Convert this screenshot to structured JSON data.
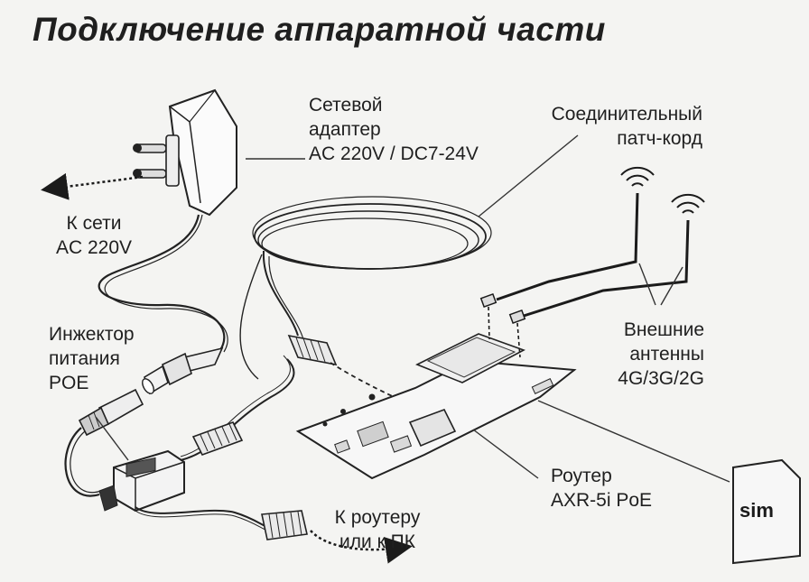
{
  "title": "Подключение аппаратной части",
  "labels": {
    "adapter": {
      "line1": "Сетевой",
      "line2": "адаптер",
      "line3": "AC 220V / DC7-24V"
    },
    "network": {
      "line1": "К сети",
      "line2": "AC 220V"
    },
    "patch_cord": {
      "line1": "Соединительный",
      "line2": "патч-корд"
    },
    "injector": {
      "line1": "Инжектор",
      "line2": "питания",
      "line3": "POE"
    },
    "antennas": {
      "line1": "Внешние",
      "line2": "антенны",
      "line3": "4G/3G/2G"
    },
    "router": {
      "line1": "Роутер",
      "line2": "AXR-5i PoE"
    },
    "to_router": {
      "line1": "К роутеру",
      "line2": "или к ПК"
    },
    "sim_card": "sim"
  }
}
